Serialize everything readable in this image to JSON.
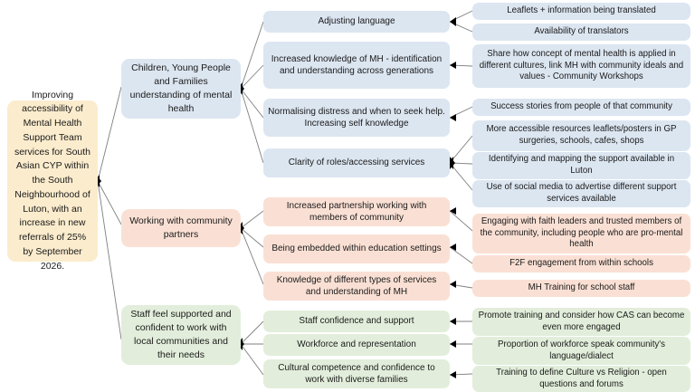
{
  "diagram": {
    "type": "driver-diagram",
    "colors": {
      "goal": "#fbeccd",
      "blue": "#dce6f1",
      "peach": "#fae0d4",
      "green": "#e2eedb",
      "connector": "#7f7f7f"
    },
    "goal": {
      "label": "Improving accessibility of Mental Health Support Team services for South Asian CYP within the South Neighbourhood of Luton, with an increase in new referrals of 25% by September 2026."
    },
    "branches": [
      {
        "id": "branch-children-young-people",
        "color": "blue",
        "label": "Children, Young People and Families understanding of mental health",
        "drivers": [
          {
            "id": "driver-adjusting-language",
            "label": "Adjusting language",
            "changes": [
              {
                "id": "change-leaflets-translated",
                "label": "Leaflets + information being translated"
              },
              {
                "id": "change-availability-translators",
                "label": "Availability of translators"
              }
            ]
          },
          {
            "id": "driver-increased-knowledge-mh",
            "label": "Increased knowledge of MH - identification and understanding across generations",
            "changes": [
              {
                "id": "change-community-workshops",
                "label": "Share how concept of mental health is applied in different cultures, link MH with community ideals and values - Community Workshops"
              }
            ]
          },
          {
            "id": "driver-normalising-distress",
            "label": "Normalising distress and when to seek help. Increasing self knowledge",
            "changes": [
              {
                "id": "change-success-stories",
                "label": "Success stories from people of that community"
              }
            ]
          },
          {
            "id": "driver-clarity-of-roles",
            "label": "Clarity of roles/accessing services",
            "changes": [
              {
                "id": "change-accessible-resources",
                "label": "More accessible resources leaflets/posters in GP surgeries, schools, cafes, shops"
              },
              {
                "id": "change-mapping-support-luton",
                "label": "Identifying and mapping the support available in Luton"
              },
              {
                "id": "change-social-media",
                "label": "Use of social media to advertise different support services available"
              }
            ]
          }
        ]
      },
      {
        "id": "branch-community-partners",
        "color": "peach",
        "label": "Working with community partners",
        "drivers": [
          {
            "id": "driver-increased-partnership",
            "label": "Increased partnership working with members of community",
            "changes": [
              {
                "id": "change-faith-leaders",
                "label": "Engaging with faith leaders and trusted members of the community, including people who are pro-mental health"
              }
            ]
          },
          {
            "id": "driver-embedded-education",
            "label": "Being embedded within education settings",
            "changes": [
              {
                "id": "change-f2f-schools",
                "label": "F2F engagement from within schools"
              }
            ]
          },
          {
            "id": "driver-knowledge-services",
            "label": "Knowledge of different types of services and understanding of MH",
            "changes": [
              {
                "id": "change-mh-training-school-staff",
                "label": "MH Training for school staff"
              }
            ]
          }
        ]
      },
      {
        "id": "branch-staff-supported",
        "color": "green",
        "label": "Staff feel supported and confident to work with local communities and their needs",
        "drivers": [
          {
            "id": "driver-staff-confidence",
            "label": "Staff confidence and support",
            "changes": [
              {
                "id": "change-promote-training-cas",
                "label": "Promote training and consider how CAS can become even more engaged"
              }
            ]
          },
          {
            "id": "driver-workforce-representation",
            "label": "Workforce and representation",
            "changes": [
              {
                "id": "change-workforce-language",
                "label": "Proportion of workforce speak community's language/dialect"
              }
            ]
          },
          {
            "id": "driver-cultural-competence",
            "label": "Cultural competence and confidence to work with diverse families",
            "changes": [
              {
                "id": "change-culture-vs-religion",
                "label": "Training to define Culture vs Religion - open questions and forums"
              }
            ]
          }
        ]
      }
    ]
  }
}
